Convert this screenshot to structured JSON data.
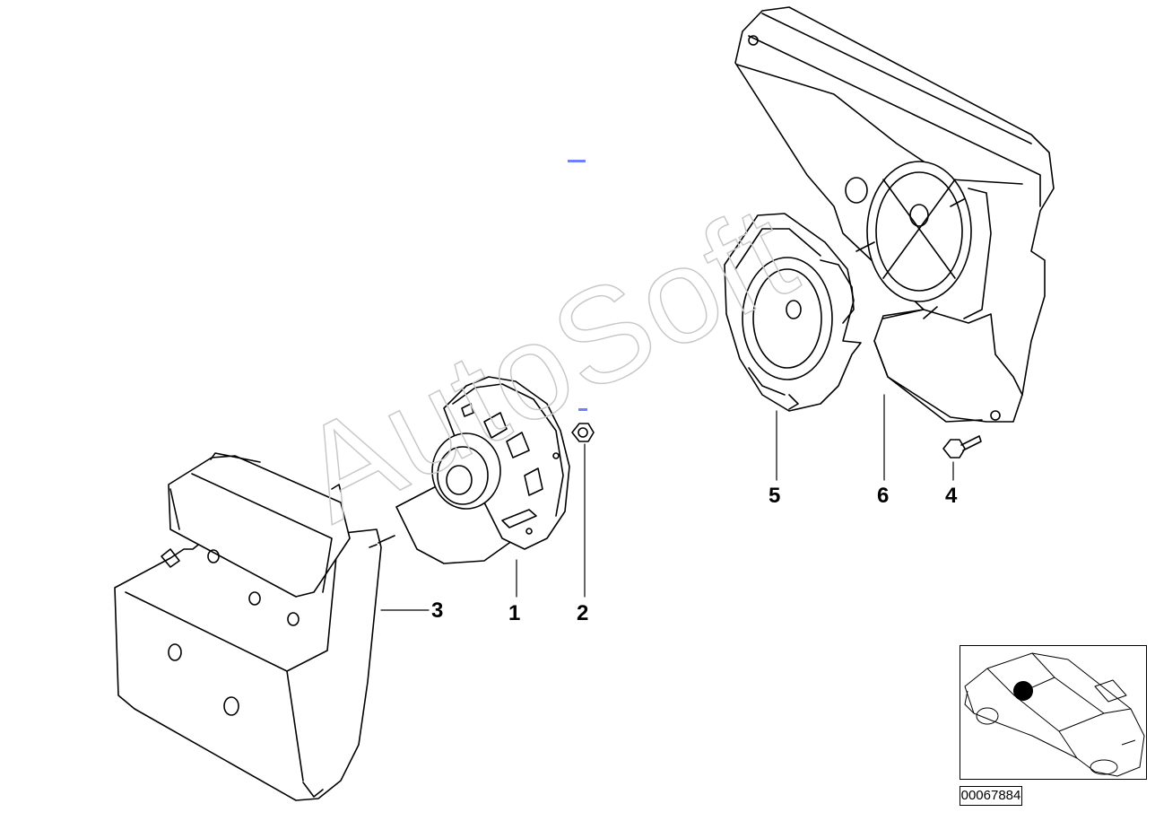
{
  "diagram": {
    "callouts": [
      {
        "id": "1",
        "label": "1"
      },
      {
        "id": "2",
        "label": "2"
      },
      {
        "id": "3",
        "label": "3"
      },
      {
        "id": "4",
        "label": "4"
      },
      {
        "id": "5",
        "label": "5"
      },
      {
        "id": "6",
        "label": "6"
      }
    ],
    "watermark": "AutoSoft",
    "reference_number": "00067884",
    "colors": {
      "line": "#000000",
      "watermark": "#c8c8c8",
      "inset_marker": "#000000",
      "accent_mark": "#6f7fff"
    },
    "icons": {
      "inset": "car-location-icon"
    }
  }
}
